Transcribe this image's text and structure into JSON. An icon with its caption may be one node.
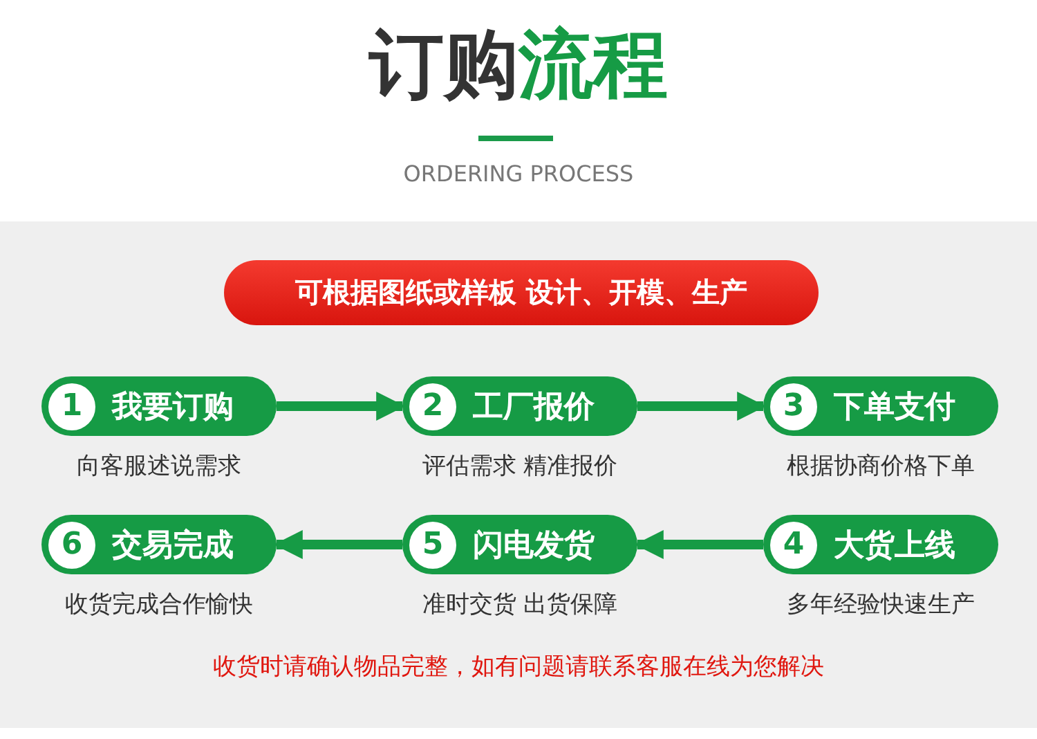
{
  "diagram": {
    "title": "订购流程",
    "nodes": [
      {
        "text": [
          "可根据图纸或样板 设计、开模、生产"
        ]
      },
      {
        "text": [
          "1",
          "我要订购"
        ],
        "beside": [
          "向客服述说需求"
        ]
      },
      {
        "text": [
          "2",
          "工厂报价"
        ],
        "beside": [
          "评估需求 精准报价"
        ]
      },
      {
        "text": [
          "3",
          "下单支付"
        ],
        "beside": [
          "根据协商价格下单"
        ]
      },
      {
        "text": [
          "4",
          "大货上线"
        ],
        "beside": [
          "多年经验快速生产"
        ]
      },
      {
        "text": [
          "5",
          "闪电发货"
        ],
        "beside": [
          "准时交货 出货保障"
        ]
      },
      {
        "text": [
          "6",
          "交易完成"
        ],
        "beside": [
          "收货完成合作愉快"
        ]
      }
    ],
    "edges": [
      {
        "from": 1,
        "to": 2,
        "arrow": "to"
      },
      {
        "from": 2,
        "to": 3,
        "arrow": "to"
      },
      {
        "from": 4,
        "to": 5,
        "arrow": "to"
      },
      {
        "from": 5,
        "to": 6,
        "arrow": "to"
      }
    ],
    "labels": [
      "ORDERING PROCESS",
      "收货时请确认物品完整，如有问题请联系客服在线为您解决"
    ]
  }
}
